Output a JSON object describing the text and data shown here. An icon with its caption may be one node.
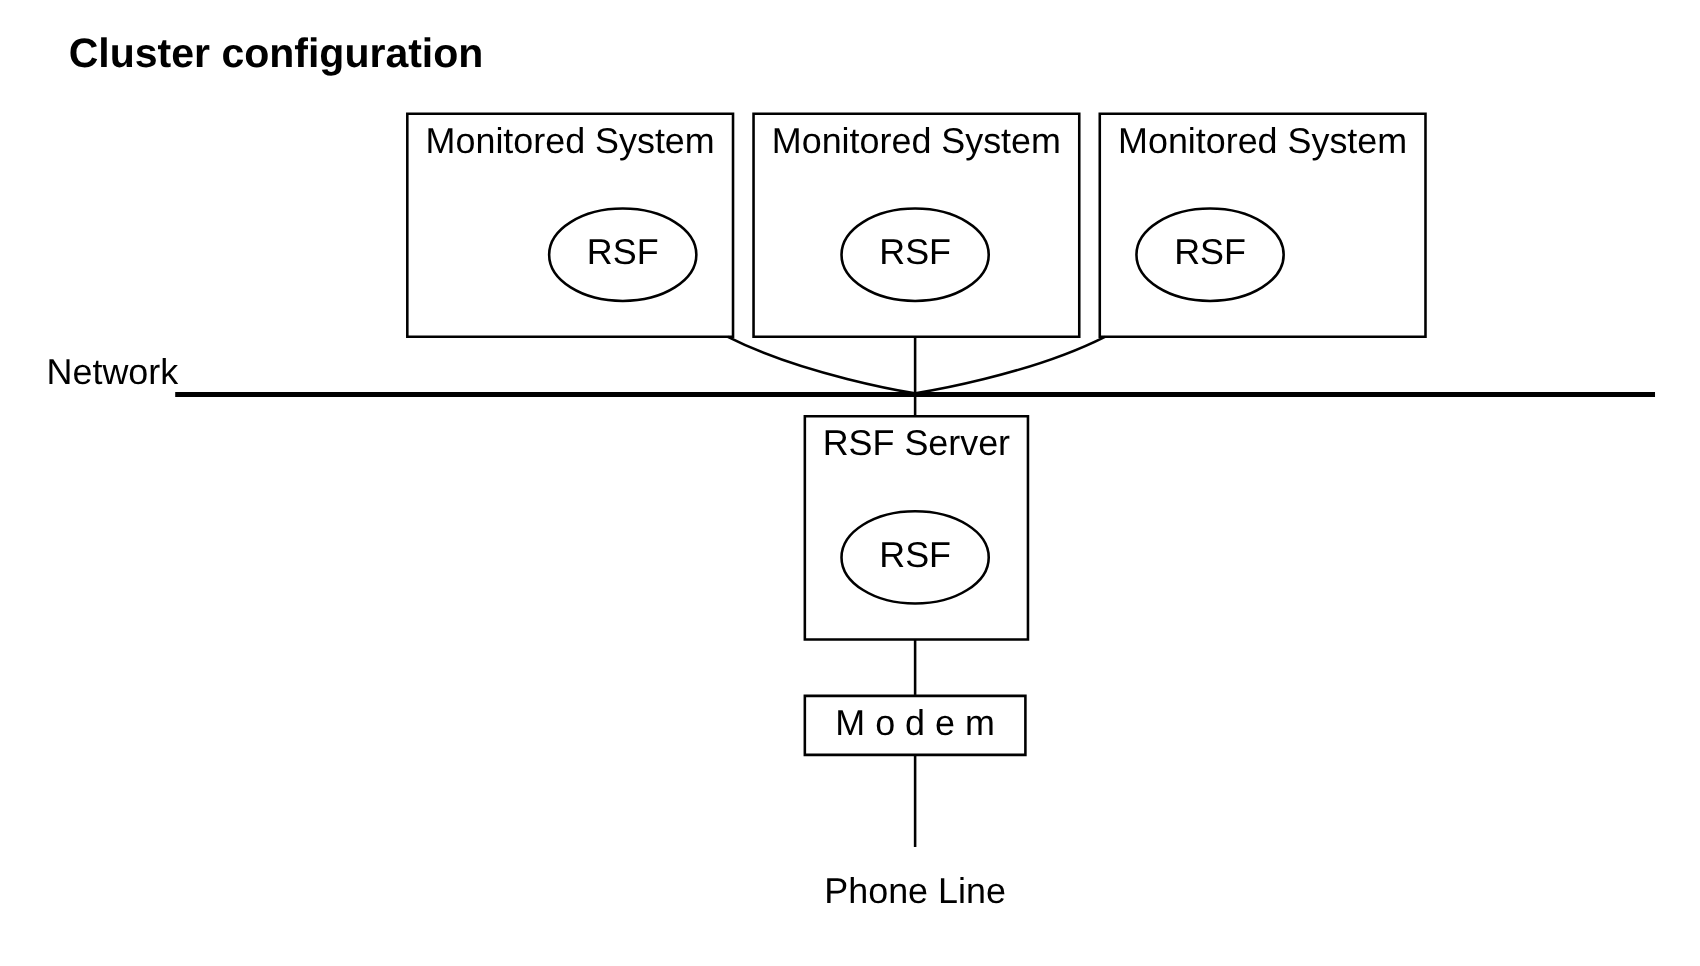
{
  "diagram": {
    "title": "Cluster configuration",
    "nodes": [
      {
        "text": [
          "Monitored System"
        ]
      },
      {
        "text": [
          "RSF"
        ],
        "in": 0
      },
      {
        "text": [
          "Monitored System"
        ]
      },
      {
        "text": [
          "RSF"
        ],
        "in": 2
      },
      {
        "text": [
          "Monitored System"
        ]
      },
      {
        "text": [
          "RSF"
        ],
        "in": 4
      },
      {
        "text": [],
        "shape": "bar",
        "beside": [
          "Network"
        ]
      },
      {
        "text": [
          "RSF Server"
        ]
      },
      {
        "text": [
          "RSF"
        ],
        "in": 7
      },
      {
        "text": [
          "M o d e m"
        ]
      },
      {
        "text": [
          "Phone Line"
        ]
      }
    ],
    "edges": [
      {
        "from": 0,
        "to": 6,
        "arrow": "none"
      },
      {
        "from": 2,
        "to": 6,
        "arrow": "none"
      },
      {
        "from": 4,
        "to": 6,
        "arrow": "none"
      },
      {
        "from": 6,
        "to": 7,
        "arrow": "none"
      },
      {
        "from": 7,
        "to": 9,
        "arrow": "none"
      },
      {
        "from": 9,
        "to": 10,
        "arrow": "none"
      }
    ]
  }
}
